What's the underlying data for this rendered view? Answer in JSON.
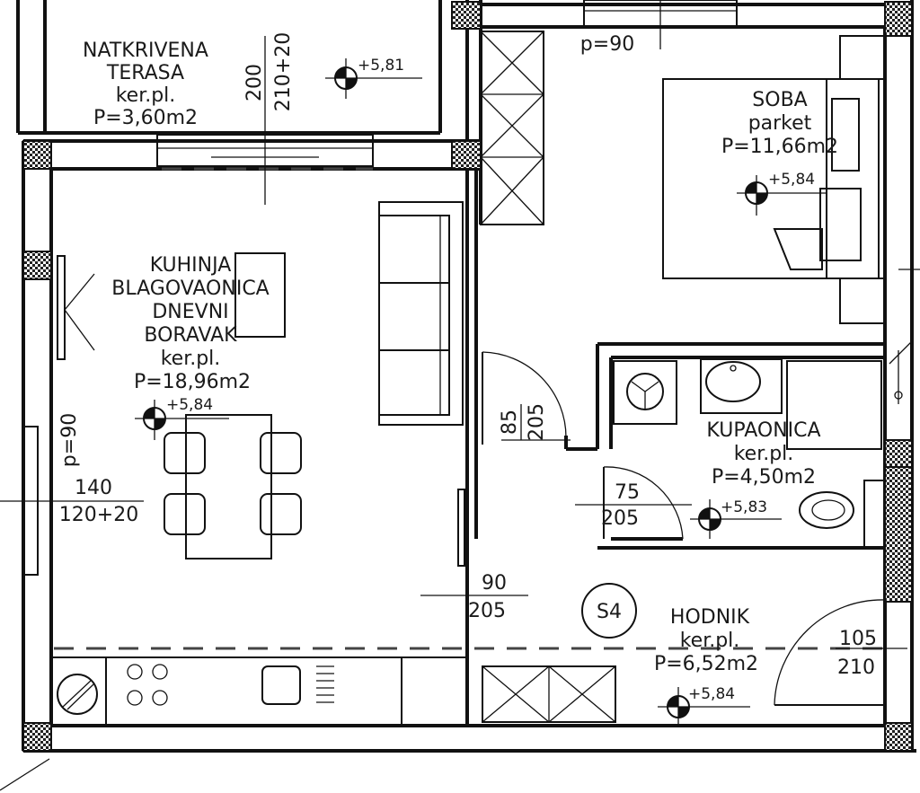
{
  "rooms": {
    "terasa": {
      "name_line1": "NATKRIVENA",
      "name_line2": "TERASA",
      "floor": "ker.pl.",
      "area": "P=3,60m2",
      "level": "+5,81"
    },
    "soba": {
      "name": "SOBA",
      "floor": "parket",
      "area": "P=11,66m2",
      "level": "+5,84"
    },
    "kuhinja": {
      "name_line1": "KUHINJA",
      "name_line2": "BLAGOVAONICA",
      "name_line3": "DNEVNI",
      "name_line4": "BORAVAK",
      "floor": "ker.pl.",
      "area": "P=18,96m2",
      "level": "+5,84"
    },
    "kupaonica": {
      "name": "KUPAONICA",
      "floor": "ker.pl.",
      "area": "P=4,50m2",
      "level": "+5,83"
    },
    "hodnik": {
      "name": "HODNIK",
      "floor": "ker.pl.",
      "area": "P=6,52m2",
      "level": "+5,84"
    }
  },
  "dimensions": {
    "terrace_door_h1": "200",
    "terrace_door_h2": "210+20",
    "top_window": "p=90",
    "left_window_p": "p=90",
    "left_window_w": "140",
    "left_window_h": "120+20",
    "door_soba_w": "85",
    "door_soba_h": "205",
    "door_bath_w": "75",
    "door_bath_h": "205",
    "door_hall_w": "90",
    "door_hall_h": "205",
    "entry_w": "105",
    "entry_h": "210"
  },
  "tag": "S4"
}
